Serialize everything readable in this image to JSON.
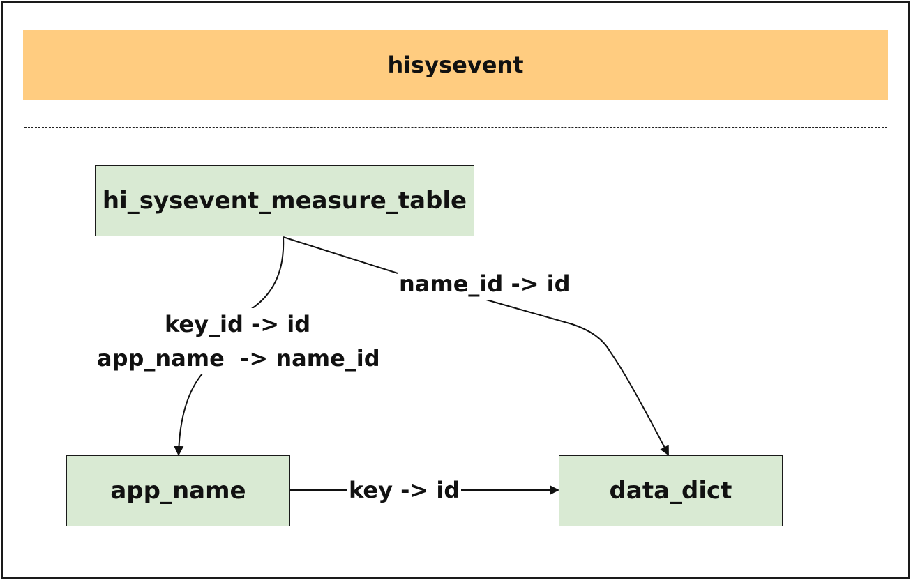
{
  "diagram": {
    "title": "hisysevent",
    "nodes": [
      {
        "id": "measure",
        "label": "hi_sysevent_measure_table"
      },
      {
        "id": "app",
        "label": "app_name"
      },
      {
        "id": "dict",
        "label": "data_dict"
      }
    ],
    "edges": [
      {
        "from": "measure",
        "to": "dict",
        "label": "name_id -> id"
      },
      {
        "from": "measure",
        "to": "app",
        "label_line1": "key_id -> id",
        "label_line2": "app_name  -> name_id"
      },
      {
        "from": "app",
        "to": "dict",
        "label": "key -> id"
      }
    ]
  }
}
